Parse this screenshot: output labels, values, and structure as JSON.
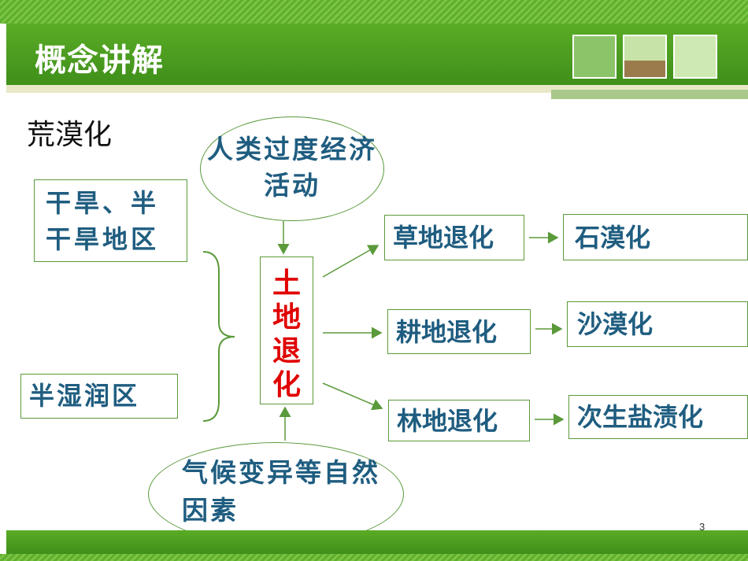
{
  "header": {
    "title": "概念讲解"
  },
  "subtitle": "荒漠化",
  "left_boxes": {
    "region1": "干旱、半干旱地区",
    "region2": "半湿润区"
  },
  "center_box": {
    "chars": [
      "土",
      "地",
      "退",
      "化"
    ]
  },
  "top_ellipse": "人类过度经济活动",
  "bottom_ellipse": "气候变异等自然因素",
  "middle_boxes": [
    "草地退化",
    "耕地退化",
    "林地退化"
  ],
  "result_boxes": [
    "石漠化",
    "沙漠化",
    "次生盐渍化"
  ],
  "page_number": "3",
  "colors": {
    "header_green": "#4a9e20",
    "line_green": "#5a9a3a",
    "text_blue": "#1f5d80",
    "center_red": "#e00000"
  }
}
